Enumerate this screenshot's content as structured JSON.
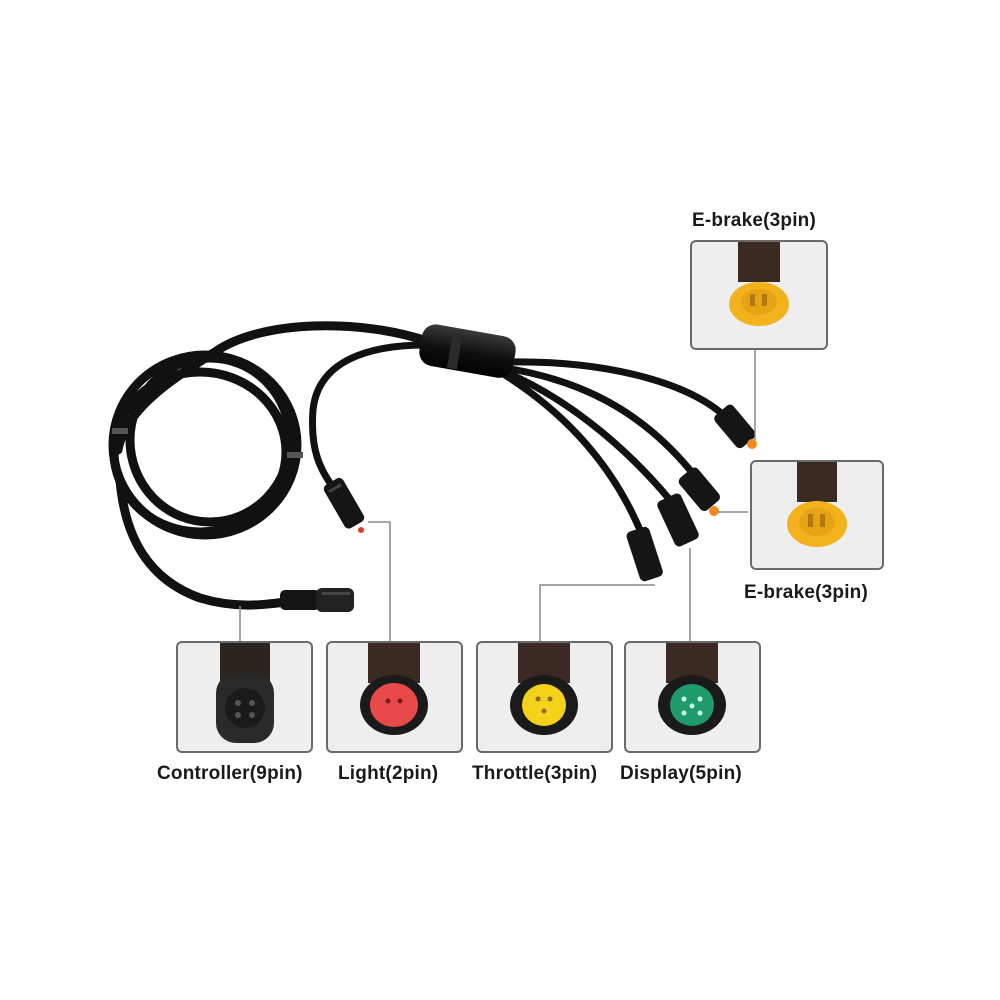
{
  "labels": {
    "ebrake_top": "E-brake(3pin)",
    "ebrake_right": "E-brake(3pin)",
    "controller": "Controller(9pin)",
    "light": "Light(2pin)",
    "throttle": "Throttle(3pin)",
    "display": "Display(5pin)"
  },
  "colors": {
    "cable": "#111111",
    "ebrake_connector": "#f2b21c",
    "light_connector": "#e84a4a",
    "throttle_connector": "#f4d21a",
    "display_connector": "#1f9a6a",
    "controller_connector": "#2a2a2a",
    "tip_orange": "#f08a1e",
    "tip_red": "#e03a2a"
  },
  "icons": [
    "cable-coil",
    "y-splitter",
    "connector-plug"
  ]
}
